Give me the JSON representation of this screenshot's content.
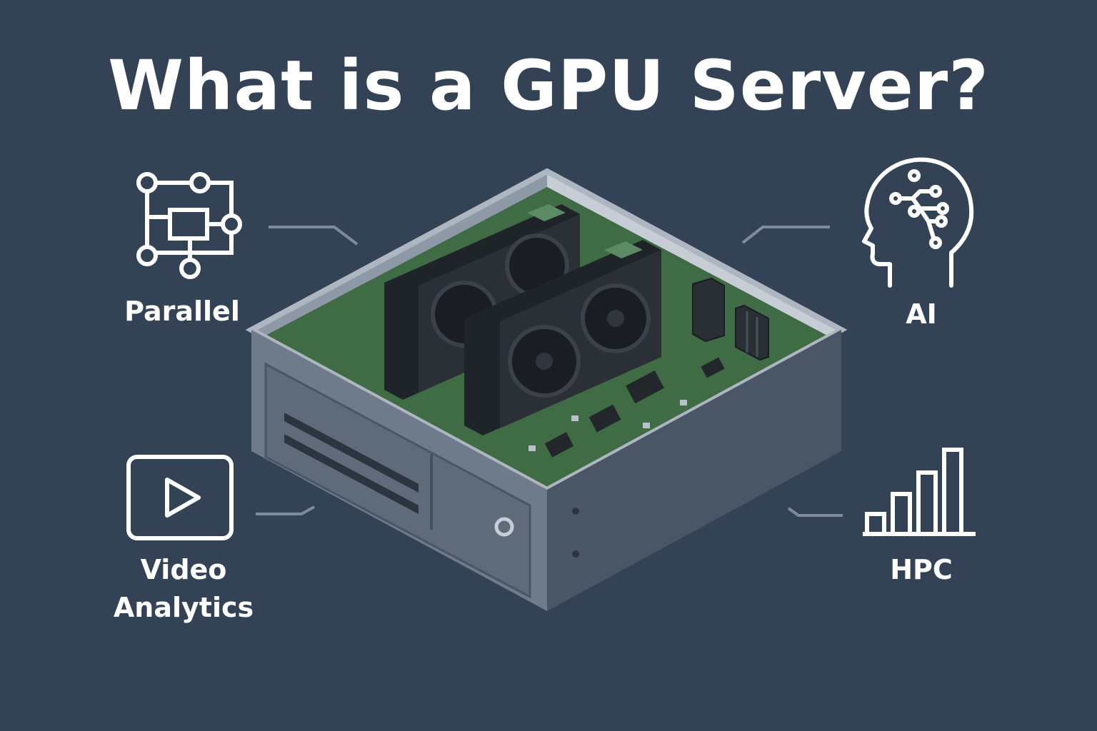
{
  "title": "What is a GPU Server?",
  "features": {
    "parallel": {
      "label": "Parallel",
      "icon": "network-nodes-icon"
    },
    "ai": {
      "label": "AI",
      "icon": "ai-head-icon"
    },
    "video": {
      "label_line1": "Video",
      "label_line2": "Analytics",
      "icon": "play-button-icon"
    },
    "hpc": {
      "label": "HPC",
      "icon": "bar-chart-icon"
    }
  },
  "colors": {
    "background": "#334254",
    "chassis_light": "#8E99A8",
    "chassis_mid": "#6F7B8B",
    "chassis_dark": "#4A5565",
    "motherboard": "#3F6B45",
    "gpu": "#1F2428",
    "icon_stroke": "#FFFFFF",
    "connector_line": "#7E8B9B"
  }
}
